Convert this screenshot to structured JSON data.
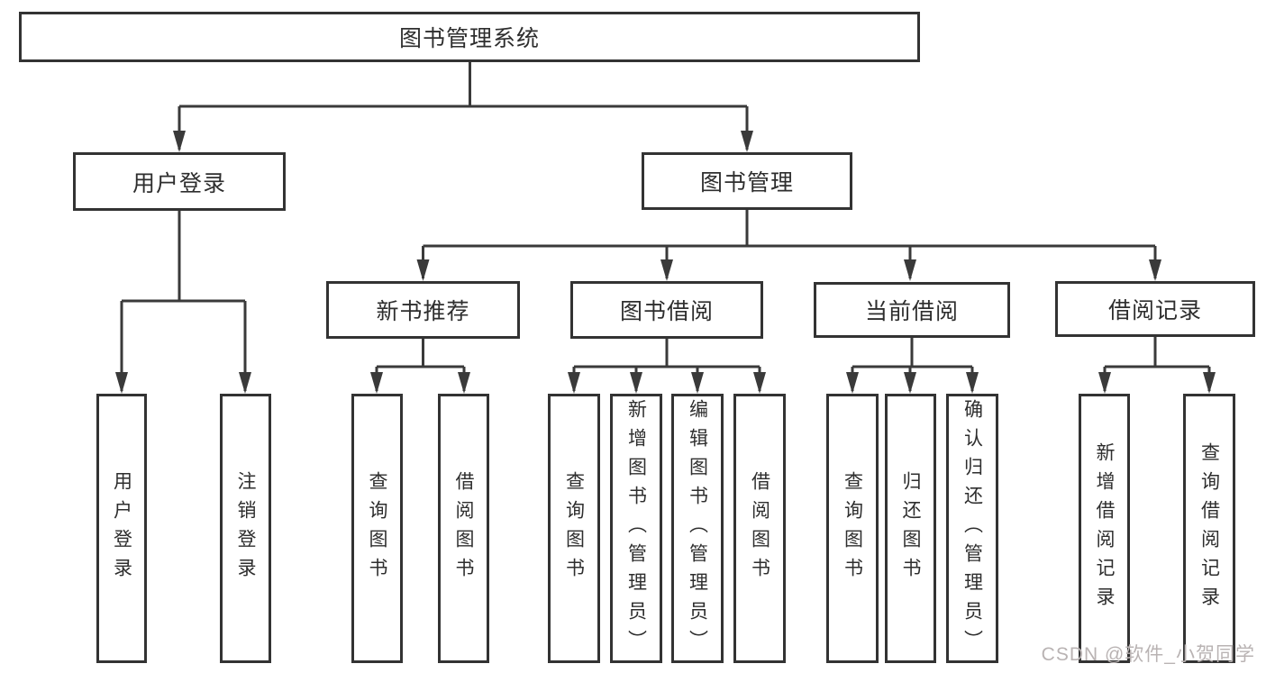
{
  "diagram": {
    "root": {
      "label": "图书管理系统"
    },
    "level2": [
      {
        "label": "用户登录"
      },
      {
        "label": "图书管理"
      }
    ],
    "level3": [
      {
        "label": "新书推荐"
      },
      {
        "label": "图书借阅"
      },
      {
        "label": "当前借阅"
      },
      {
        "label": "借阅记录"
      }
    ],
    "leaves": {
      "user_login": [
        {
          "label": "用户登录"
        },
        {
          "label": "注销登录"
        }
      ],
      "new_books": [
        {
          "label": "查询图书"
        },
        {
          "label": "借阅图书"
        }
      ],
      "book_borrow": [
        {
          "label": "查询图书"
        },
        {
          "label": "新增图书（管理员）"
        },
        {
          "label": "编辑图书（管理员）"
        },
        {
          "label": "借阅图书"
        }
      ],
      "current_borrow": [
        {
          "label": "查询图书"
        },
        {
          "label": "归还图书"
        },
        {
          "label": "确认归还（管理员）"
        }
      ],
      "borrow_records": [
        {
          "label": "新增借阅记录"
        },
        {
          "label": "查询借阅记录"
        }
      ]
    }
  },
  "watermark": {
    "text": "CSDN @软件_小贺同学"
  },
  "colors": {
    "line": "#3a3a3a",
    "box_border": "#333333",
    "text": "#2e2e2e",
    "background": "#ffffff",
    "watermark": "#b9b3b3"
  }
}
